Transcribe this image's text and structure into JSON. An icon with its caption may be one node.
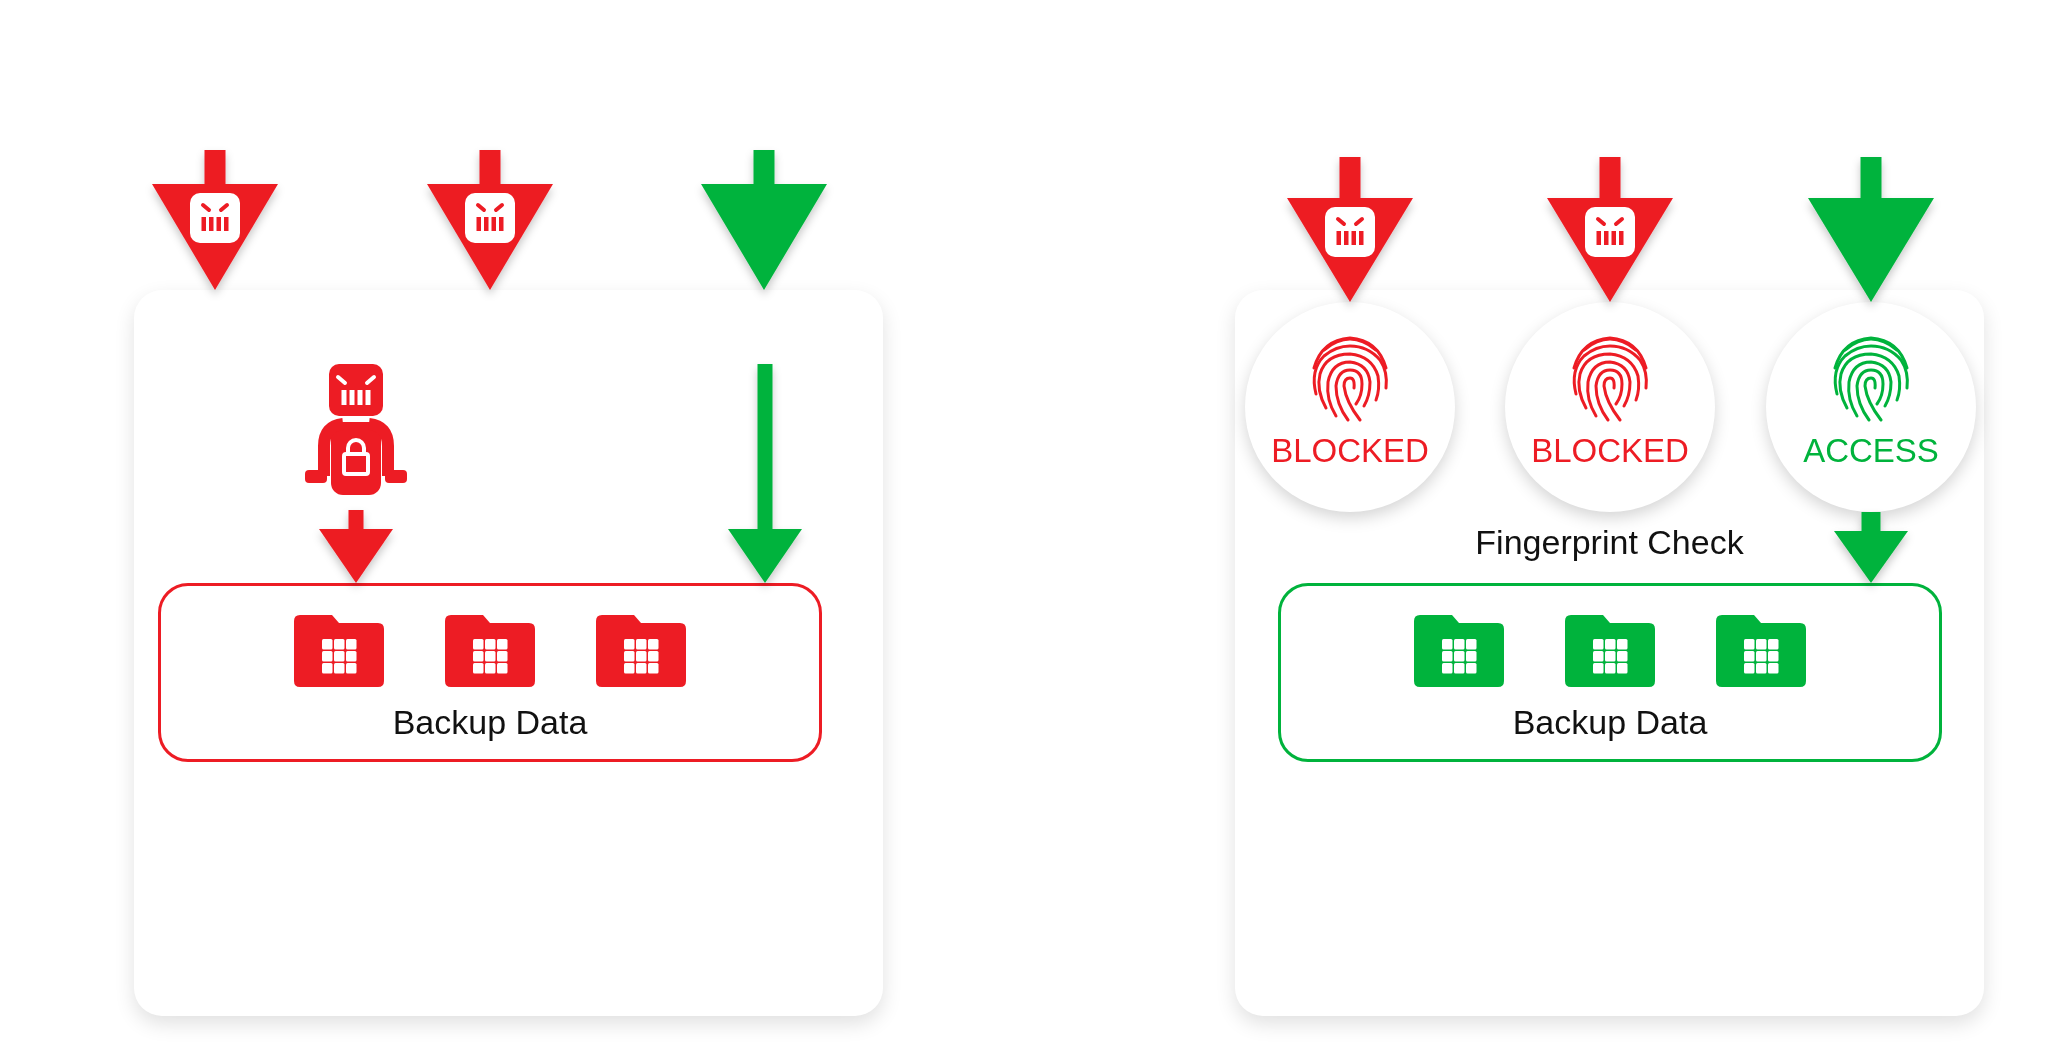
{
  "diagram": {
    "nodes": [
      {
        "text": [],
        "shape": "box"
      },
      {
        "text": [],
        "shape": "picture",
        "in": 0
      },
      {
        "text": [
          "Backup Data"
        ],
        "in": 0
      },
      {
        "text": [
          "Fingerprint Check"
        ]
      },
      {
        "text": [
          "BLOCKED"
        ],
        "in": 3
      },
      {
        "text": [
          "BLOCKED"
        ],
        "in": 3
      },
      {
        "text": [
          "ACCESS"
        ],
        "in": 3
      },
      {
        "text": [
          "Backup Data"
        ],
        "in": 3
      }
    ],
    "edges": [
      {
        "from": null,
        "to": 0,
        "arrow": "to"
      },
      {
        "from": null,
        "to": 0,
        "arrow": "to"
      },
      {
        "from": null,
        "to": 0,
        "arrow": "to",
        "color": "#00b33c"
      },
      {
        "from": 1,
        "to": 2,
        "arrow": "to"
      },
      {
        "from": null,
        "to": 2,
        "arrow": "to",
        "color": "#00b33c"
      },
      {
        "from": null,
        "to": 4,
        "arrow": "to"
      },
      {
        "from": null,
        "to": 5,
        "arrow": "to"
      },
      {
        "from": null,
        "to": 6,
        "arrow": "to",
        "color": "#00b33c"
      },
      {
        "from": 6,
        "to": 7,
        "arrow": "to",
        "color": "#00b33c"
      }
    ]
  }
}
